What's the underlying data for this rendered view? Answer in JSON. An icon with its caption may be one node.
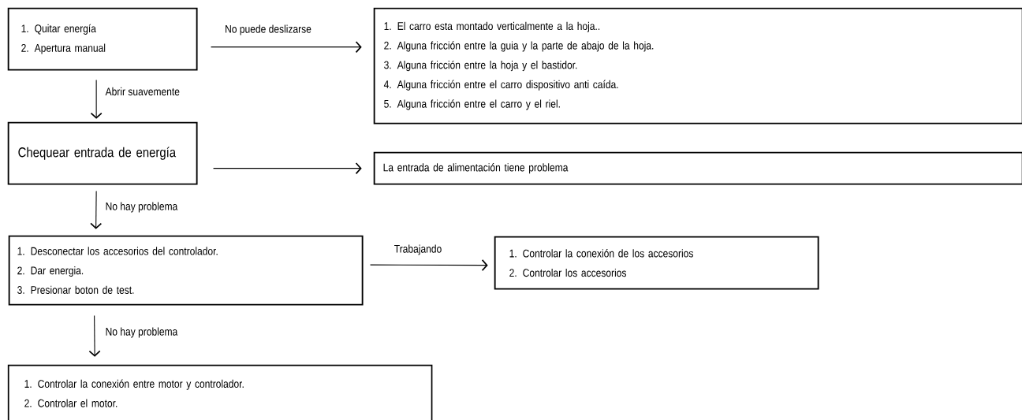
{
  "diagram": {
    "nodes": [
      {
        "text": [
          "1. Quitar energía",
          "2. Apertura manual"
        ]
      },
      {
        "text": [
          "1. El carro esta montado verticalmente a la hoja..",
          "2. Alguna fricción entre la guia y la parte de abajo de la hoja.",
          "3. Alguna fricción entre la hoja y el bastidor.",
          "4. Alguna fricción entre el carro  dispositivo anti caída.",
          "5. Alguna fricción entre el carro  y el riel."
        ]
      },
      {
        "text": [
          "Chequear entrada de energía"
        ]
      },
      {
        "text": [
          "La entrada de alimentación tiene problema"
        ]
      },
      {
        "text": [
          "1. Desconectar los accesorios del controlador.",
          "2. Dar energia.",
          "3. Presionar boton de test."
        ]
      },
      {
        "text": [
          "1. Controlar la conexión de los accesorios",
          "2. Controlar los accesorios"
        ]
      },
      {
        "text": [
          "1. Controlar la conexión entre motor y controlador.",
          "2. Controlar el motor."
        ]
      }
    ],
    "edges": [
      {
        "from": 0,
        "to": 1,
        "arrow": "to",
        "label": "No puede deslizarse"
      },
      {
        "from": 0,
        "to": 2,
        "arrow": "to",
        "label": "Abrir suavemente"
      },
      {
        "from": 2,
        "to": 3,
        "arrow": "to"
      },
      {
        "from": 2,
        "to": 4,
        "arrow": "to",
        "label": "No hay problema"
      },
      {
        "from": 4,
        "to": 5,
        "arrow": "to",
        "label": "Trabajando"
      },
      {
        "from": 4,
        "to": 6,
        "arrow": "to",
        "label": "No hay problema"
      }
    ]
  }
}
